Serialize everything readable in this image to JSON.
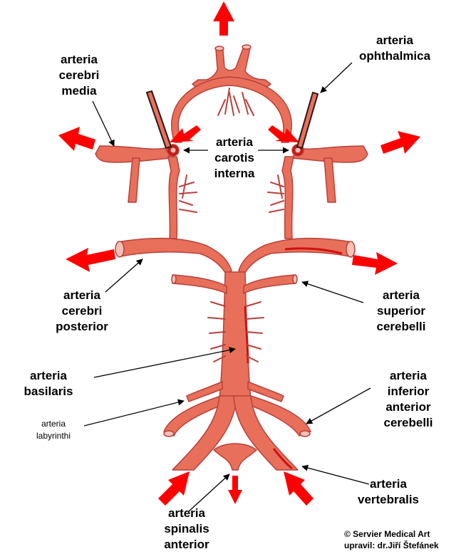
{
  "labels": {
    "cerebri_media": [
      "arteria",
      "cerebri",
      "media"
    ],
    "ophthalmica": [
      "arteria",
      "ophthalmica"
    ],
    "carotis_interna": [
      "arteria",
      "carotis",
      "interna"
    ],
    "cerebri_posterior": [
      "arteria",
      "cerebri",
      "posterior"
    ],
    "superior_cerebelli": [
      "arteria",
      "superior",
      "cerebelli"
    ],
    "basilaris": [
      "arteria",
      "basilaris"
    ],
    "inferior_anterior_cerebelli": [
      "arteria",
      "inferior",
      "anterior",
      "cerebelli"
    ],
    "labyrinthi": [
      "arteria",
      "labyrinthi"
    ],
    "vertebralis": [
      "arteria",
      "vertebralis"
    ],
    "spinalis_anterior": [
      "arteria",
      "spinalis",
      "anterior"
    ]
  },
  "credits": [
    "© Servier Medical Art",
    "upravil: dr.Jiří Štefánek"
  ],
  "colors": {
    "artery_fill": "#E8705A",
    "artery_outline": "#B8403A",
    "arrow": "#FF0000",
    "lumen": "#F5C0B8",
    "highlight": "#D01010"
  }
}
